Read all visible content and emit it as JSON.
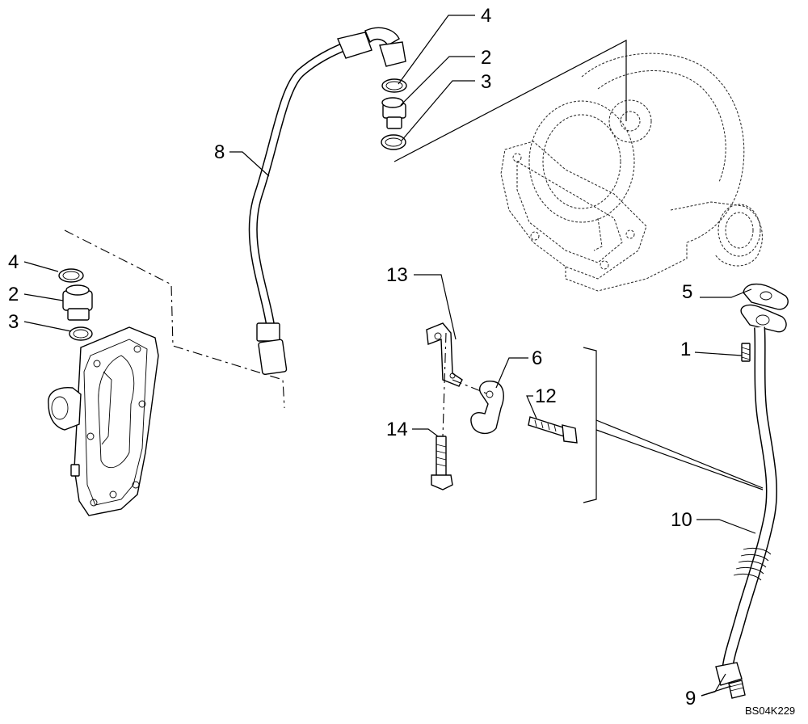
{
  "diagram": {
    "reference_code": "BS04K229",
    "callouts": [
      {
        "id": "c4-top",
        "text": "4"
      },
      {
        "id": "c2-top",
        "text": "2"
      },
      {
        "id": "c3-top",
        "text": "3"
      },
      {
        "id": "c8",
        "text": "8"
      },
      {
        "id": "c4-left",
        "text": "4"
      },
      {
        "id": "c2-left",
        "text": "2"
      },
      {
        "id": "c3-left",
        "text": "3"
      },
      {
        "id": "c13",
        "text": "13"
      },
      {
        "id": "c6",
        "text": "6"
      },
      {
        "id": "c12",
        "text": "12"
      },
      {
        "id": "c14",
        "text": "14"
      },
      {
        "id": "c5",
        "text": "5"
      },
      {
        "id": "c1",
        "text": "1"
      },
      {
        "id": "c10",
        "text": "10"
      },
      {
        "id": "c9",
        "text": "9"
      }
    ]
  }
}
